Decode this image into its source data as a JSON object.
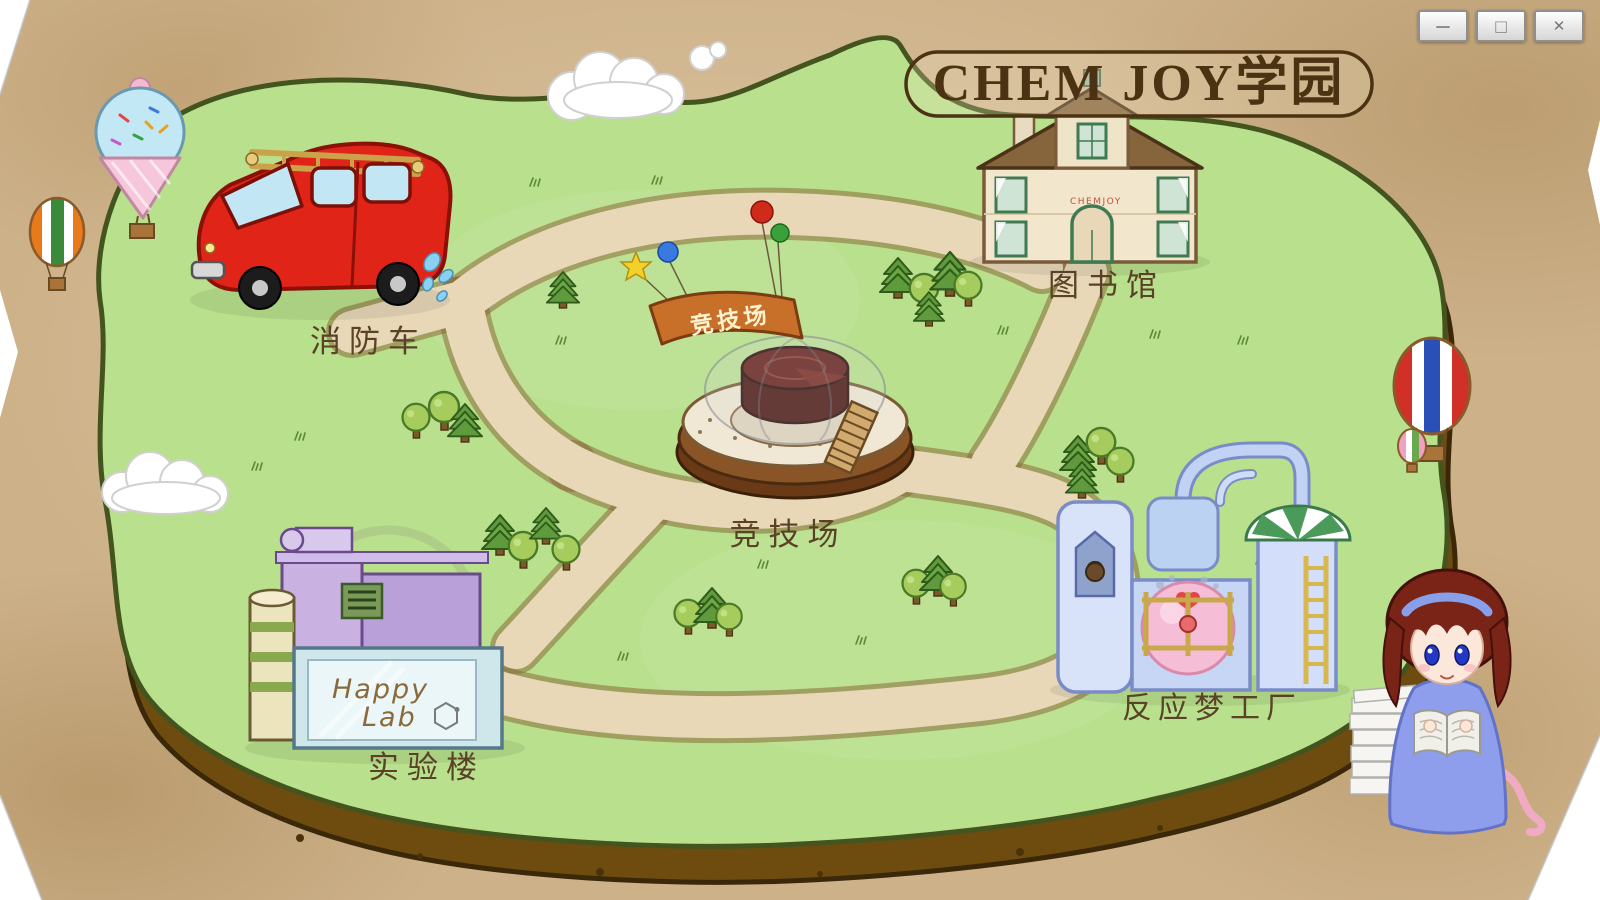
{
  "window": {
    "controls": {
      "minimize": "—",
      "maximize": "□",
      "close": "✕"
    }
  },
  "map": {
    "title": "CHEM JOY学园",
    "locations": {
      "fire_truck": {
        "label": "消防车"
      },
      "library": {
        "label": "图书馆",
        "sign": "CHEMJOY"
      },
      "arena": {
        "label": "竞技场",
        "banner": "竞技场"
      },
      "lab": {
        "label": "实验楼",
        "sign_line1": "Happy",
        "sign_line2": "Lab"
      },
      "factory": {
        "label": "反应梦工厂"
      }
    }
  },
  "icons": {
    "minimize-icon": "—",
    "maximize-icon": "□",
    "close-icon": "✕"
  },
  "palette": {
    "parchment": "#cdb189",
    "map_green": "#b9e08c",
    "path_tan": "#e8d8b8",
    "title_brown": "#4a3212",
    "truck_red": "#e02418",
    "lab_purple": "#b9a0d8",
    "factory_blue": "#c6d6f4",
    "arena_maroon": "#5a1616"
  }
}
